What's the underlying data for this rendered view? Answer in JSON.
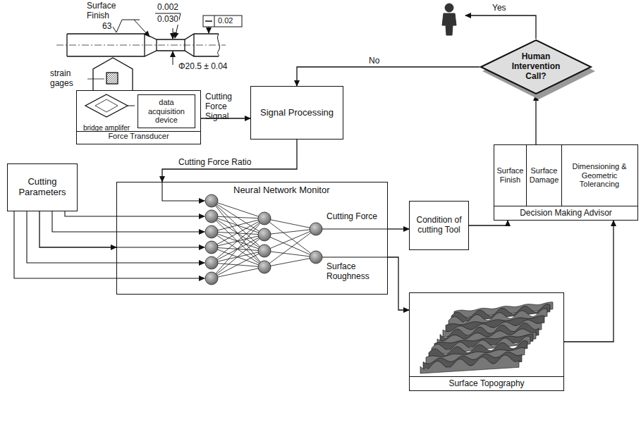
{
  "diagram": {
    "nodes": [
      {
        "text": [
          "Force Transducer"
        ]
      },
      {
        "text": [
          "bridge amplifer"
        ],
        "in": 0
      },
      {
        "text": [
          "data acquisition device"
        ],
        "in": 0
      },
      {
        "text": [
          "Signal Processing"
        ]
      },
      {
        "text": [
          "Human Intervention Call?"
        ]
      },
      {
        "text": [
          "Cutting Parameters"
        ]
      },
      {
        "text": [
          "Neural Network Monitor",
          "Cutting Force",
          "Surface Roughness"
        ]
      },
      {
        "text": [
          "Condition of cutting Tool"
        ]
      },
      {
        "text": [
          "Surface Topography"
        ]
      },
      {
        "text": [
          "Decision Making Advisor"
        ]
      },
      {
        "text": [
          "Surface Finish"
        ],
        "in": 9
      },
      {
        "text": [
          "Surface Damage"
        ],
        "in": 9
      },
      {
        "text": [
          "Dimensioning & Geometric Tolerancing"
        ],
        "in": 9
      }
    ],
    "edges": [
      {
        "from": 0,
        "to": 3,
        "arrow": "to",
        "label": "Cutting Force Signal"
      },
      {
        "from": 3,
        "to": 6,
        "arrow": "to",
        "label": "Cutting Force Ratio"
      },
      {
        "from": 5,
        "to": 6,
        "arrow": "to"
      },
      {
        "from": 6,
        "to": 7,
        "arrow": "to"
      },
      {
        "from": 6,
        "to": 8,
        "arrow": "to"
      },
      {
        "from": 7,
        "to": 9,
        "arrow": "to"
      },
      {
        "from": 8,
        "to": 9,
        "arrow": "to"
      },
      {
        "from": 9,
        "to": 4,
        "arrow": "to"
      },
      {
        "from": 4,
        "to": 3,
        "arrow": "to",
        "label": "No"
      }
    ],
    "labels": [
      "Surface Finish",
      "63",
      "0.002",
      "0.030",
      "0.02",
      "Φ20.5 ± 0.04",
      "strain gages",
      "Yes"
    ]
  }
}
